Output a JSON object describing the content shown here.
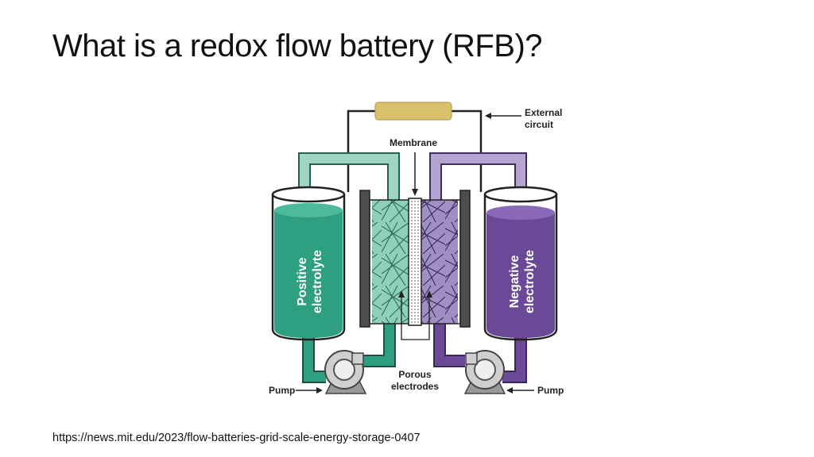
{
  "slide": {
    "title": "What is a redox flow battery (RFB)?",
    "source_url": "https://news.mit.edu/2023/flow-batteries-grid-scale-energy-storage-0407"
  },
  "diagram": {
    "labels": {
      "external_circuit_1": "External",
      "external_circuit_2": "circuit",
      "membrane": "Membrane",
      "positive_1": "Positive",
      "positive_2": "electrolyte",
      "negative_1": "Negative",
      "negative_2": "electrolyte",
      "porous_1": "Porous",
      "porous_2": "electrodes",
      "pump_left": "Pump",
      "pump_right": "Pump"
    },
    "colors": {
      "positive_electrolyte": "#2f9f82",
      "positive_pipe": "#9fd6c2",
      "negative_electrolyte": "#6a4a96",
      "negative_pipe": "#b3a4d0",
      "external_resistor": "#d9c06a",
      "electrode_plate": "#4d4d4d"
    }
  }
}
